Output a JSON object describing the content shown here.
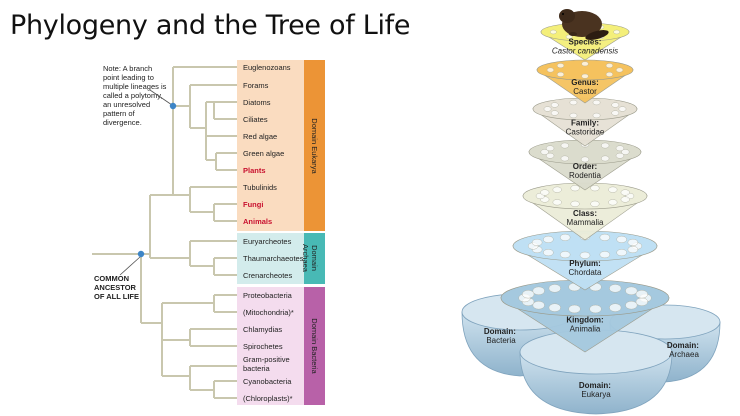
{
  "slide": {
    "title": "Phylogeny and the Tree of Life"
  },
  "tree": {
    "note": [
      "Note: A branch",
      "point leading to",
      "multiple lineages is",
      "called a polytomy,",
      "an unresolved",
      "pattern of",
      "divergence."
    ],
    "ancestor": [
      "COMMON",
      "ANCESTOR",
      "OF ALL LIFE"
    ],
    "eukarya": {
      "label": "Domain Eukarya",
      "taxa": [
        "Euglenozoans",
        "Forams",
        "Diatoms",
        "Ciliates",
        "Red algae",
        "Green algae",
        "Plants",
        "Tubulinids",
        "Fungi",
        "Animals"
      ],
      "highlighted": [
        "Plants",
        "Fungi",
        "Animals"
      ]
    },
    "archaea": {
      "label": [
        "Domain",
        "Archaea"
      ],
      "taxa": [
        "Euryarcheotes",
        "Thaumarchaeotes",
        "Crenarcheotes"
      ]
    },
    "bacteria": {
      "label": "Domain Bacteria",
      "taxa": [
        "Proteobacteria",
        "(Mitochondria)*",
        "Chlamydias",
        "Spirochetes",
        [
          "Gram-positive",
          "bacteria"
        ],
        "Cyanobacteria",
        "(Chloroplasts)*"
      ]
    },
    "colors": {
      "eukarya_box": "#fadcc0",
      "eukarya_bar": "#ec9436",
      "archaea_box": "#d3ecec",
      "archaea_bar": "#48b9b5",
      "bacteria_box": "#f4dcee",
      "bacteria_bar": "#b861a8",
      "highlight_text": "#c8102e",
      "branch": "#c9c7ae",
      "node": "#3d85c6"
    }
  },
  "cones": {
    "levels": [
      {
        "rank": "Species:",
        "name": "Castor canadensis",
        "italic": true,
        "color": "#f4ef7a"
      },
      {
        "rank": "Genus:",
        "name": "Castor",
        "italic": false,
        "color": "#f5c25e"
      },
      {
        "rank": "Family:",
        "name": "Castoridae",
        "italic": false,
        "color": "#e6e1d5"
      },
      {
        "rank": "Order:",
        "name": "Rodentia",
        "italic": false,
        "color": "#dbdccd"
      },
      {
        "rank": "Class:",
        "name": "Mammalia",
        "italic": false,
        "color": "#ecedd9"
      },
      {
        "rank": "Phylum:",
        "name": "Chordata",
        "italic": false,
        "color": "#bfe0f4"
      },
      {
        "rank": "Kingdom:",
        "name": "Animalia",
        "italic": false,
        "color": "#a5c9df"
      }
    ],
    "domains": [
      {
        "rank": "Domain:",
        "name": "Bacteria"
      },
      {
        "rank": "Domain:",
        "name": "Archaea"
      },
      {
        "rank": "Domain:",
        "name": "Eukarya"
      }
    ]
  }
}
